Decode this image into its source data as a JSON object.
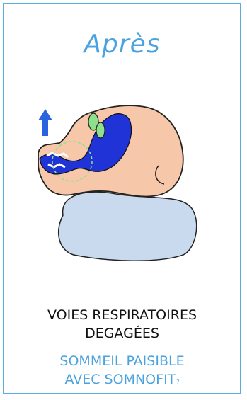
{
  "card": {
    "title": "Après",
    "status_line_1": "VOIES RESPIRATOIRES",
    "status_line_2": "DEGAGÉES",
    "benefit_line_1": "SOMMEIL PAISIBLE",
    "benefit_line_2": "AVEC SOMNOFIT",
    "benefit_superscript": "?"
  },
  "colors": {
    "accent_blue": "#4aa3df",
    "airway_blue": "#1f33d6",
    "skin": "#f6c7a8",
    "pillow": "#c9d9ee",
    "mouthpiece_green": "#8fe08a",
    "arrow_blue": "#2a63e0"
  },
  "icons": {
    "arrow": "up-arrow-icon",
    "illustration": "sleeping-head-with-open-airway"
  }
}
